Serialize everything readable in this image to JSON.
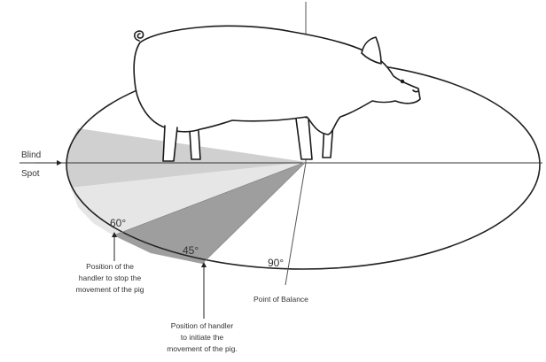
{
  "labels": {
    "blind_spot_line1": "Blind",
    "blind_spot_line2": "Spot",
    "angle_60": "60°",
    "angle_45": "45°",
    "angle_90": "90°",
    "stop_line1": "Position of the",
    "stop_line2": "handler to stop the",
    "stop_line3": "movement of the pig",
    "initiate_line1": "Position of handler",
    "initiate_line2": "to initiate the",
    "initiate_line3": "movement of the pig.",
    "balance": "Point of Balance"
  },
  "colors": {
    "blind_zone": "#d0d0d0",
    "stop_zone": "#e6e6e6",
    "initiate_zone": "#9e9e9e",
    "outline": "#222222",
    "text": "#333333"
  },
  "icons": {
    "pig": "pig-icon"
  }
}
